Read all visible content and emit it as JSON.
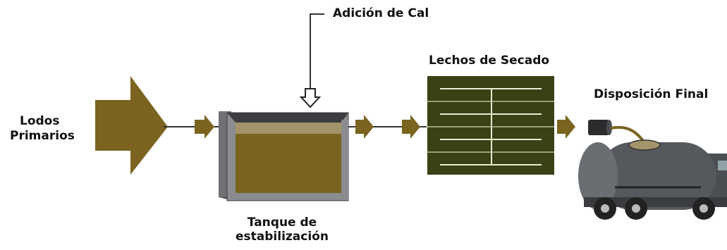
{
  "labels": {
    "lodos_line1": "Lodos",
    "lodos_line2": "Primarios",
    "adicion_cal": "Adición de Cal",
    "lechos": "Lechos de Secado",
    "disposicion": "Disposición Final",
    "tanque_line1": "Tanque de",
    "tanque_line2": "estabilización"
  },
  "colors": {
    "brown": "#7a6420",
    "dark_olive": "#3b4015",
    "bed_line": "#e8ecd0",
    "tank_gray": "#8a8c8f",
    "tank_dark": "#3a3c3f",
    "truck": "#55585c",
    "line": "#333333"
  },
  "icons": [
    "large-input-arrow",
    "flow-arrow",
    "down-arrow",
    "pipe",
    "tanker-truck"
  ]
}
